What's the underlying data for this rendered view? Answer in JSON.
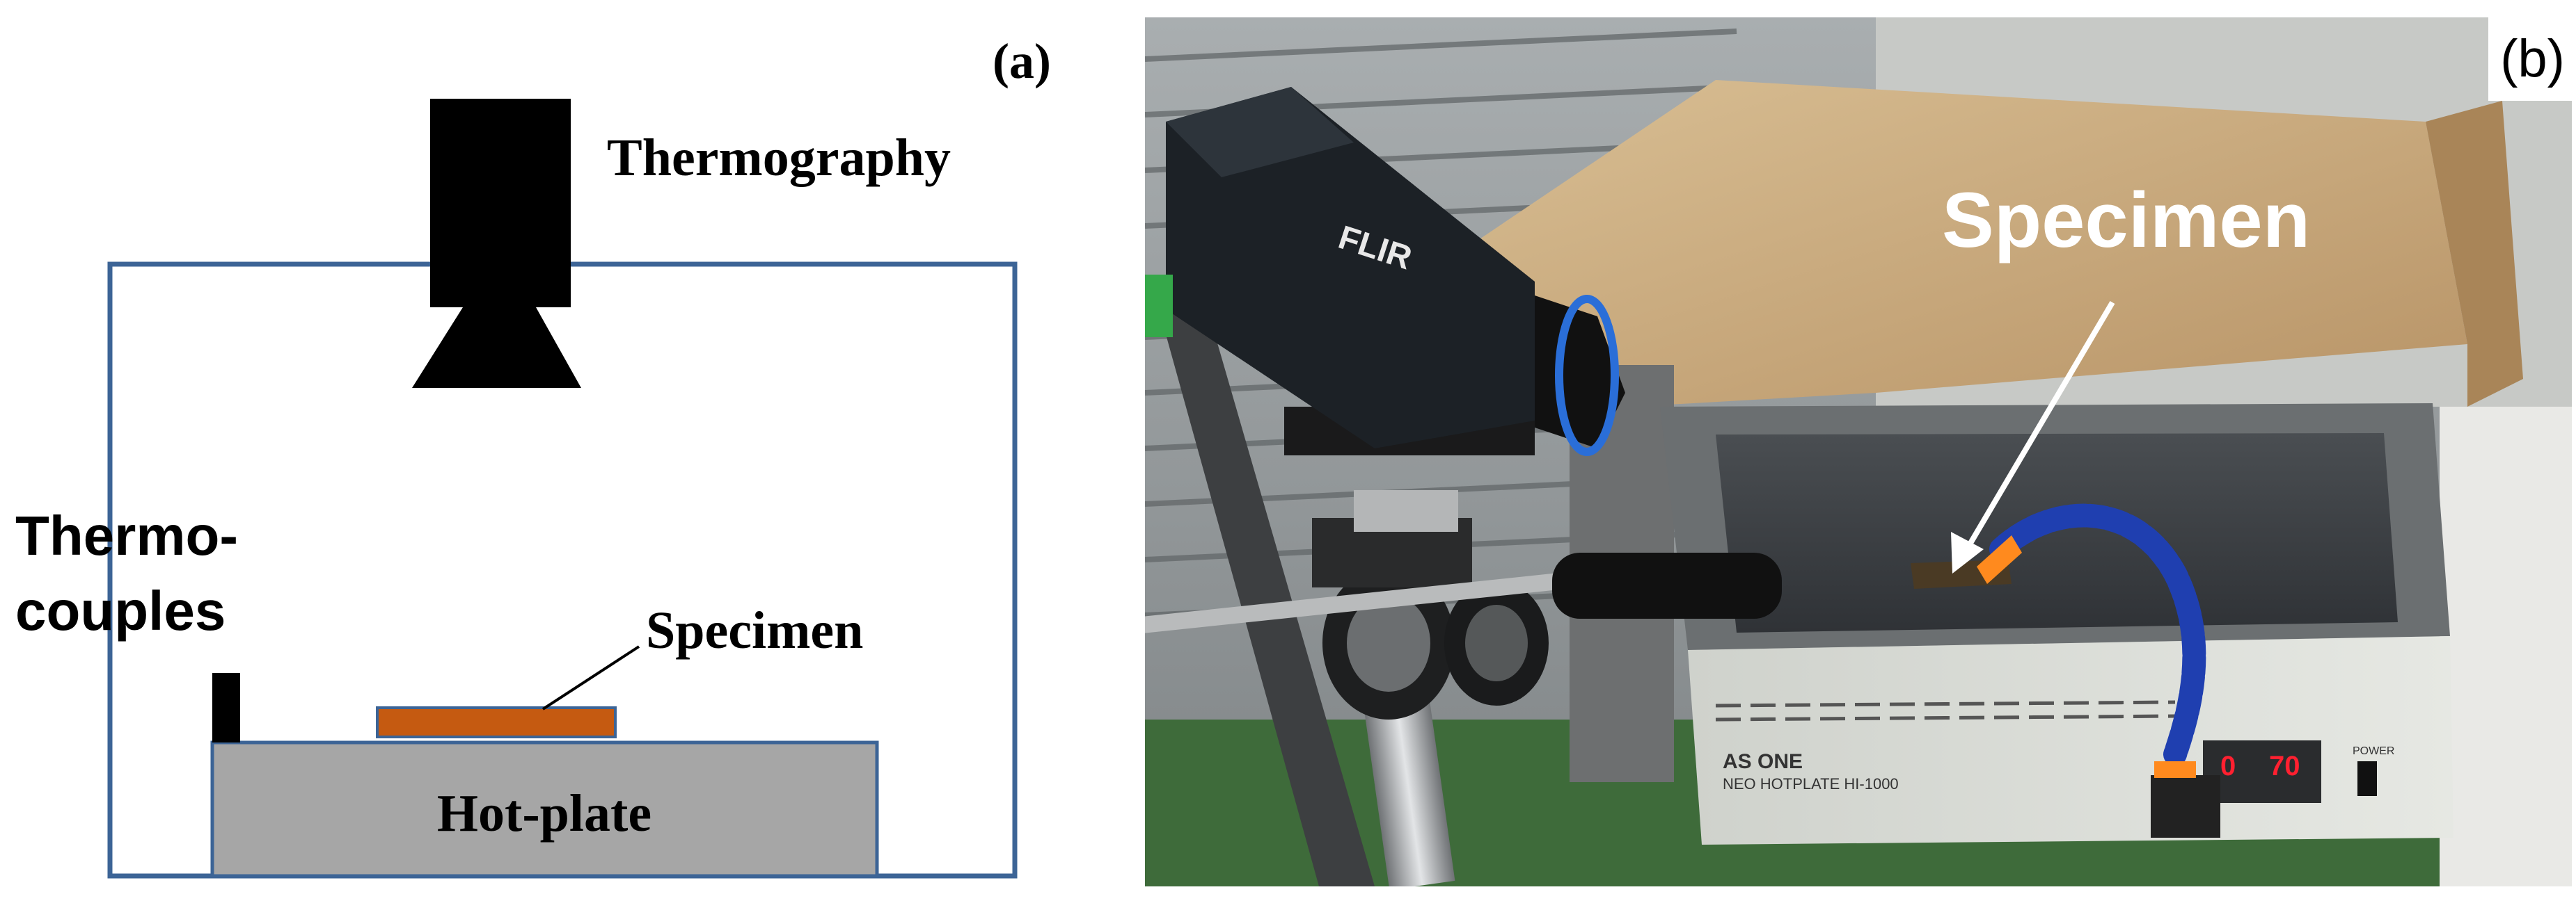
{
  "panel_a": {
    "label": "(a)",
    "thermography_label": "Thermography",
    "thermocouples_line1": "Thermo-",
    "thermocouples_line2": "couples",
    "specimen_label": "Specimen",
    "hotplate_label": "Hot-plate"
  },
  "panel_b": {
    "label": "(b)",
    "specimen_label": "Specimen",
    "camera_brand": "FLIR",
    "hotplate_brand": "AS ONE",
    "hotplate_model": "NEO HOTPLATE HI-1000",
    "display_left": "0",
    "display_right": "70",
    "power_label": "POWER"
  },
  "colors": {
    "frame_blue": "#3c6496",
    "specimen_orange": "#c55a11",
    "hotplate_gray": "#a6a6a6",
    "hose_blue": "#1f3fb0",
    "hose_orange": "#ff8a1e",
    "led_red": "#ff2030"
  }
}
